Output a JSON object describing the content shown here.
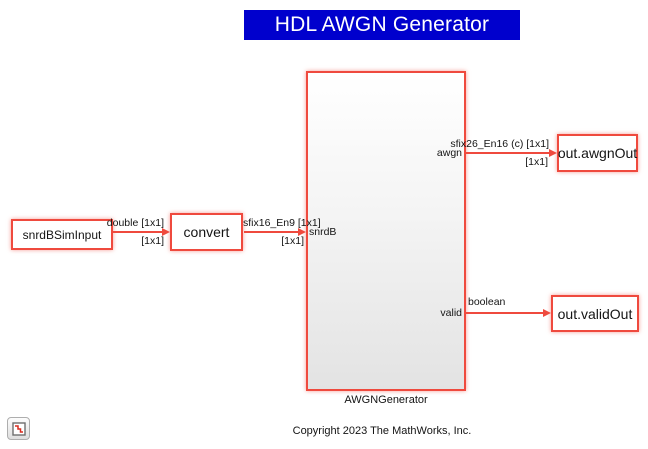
{
  "title": {
    "text": "HDL AWGN Generator"
  },
  "colors": {
    "title_bg": "#0000CD",
    "title_fg": "#FFFFFF",
    "highlight_red": "#EF4A3E",
    "block_fill": "#FFFFFF",
    "subsystem_fill_bottom": "#E3E3E3",
    "text": "#141414"
  },
  "blocks": {
    "snrdb_sim_input": {
      "label": "snrdBSimInput"
    },
    "convert": {
      "label": "convert"
    },
    "awgn_generator": {
      "caption": "AWGNGenerator",
      "ports": {
        "in_snrdb": "snrdB",
        "out_awgn": "awgn",
        "out_valid": "valid"
      }
    },
    "out_awgn": {
      "label": "out.awgnOut"
    },
    "out_valid": {
      "label": "out.validOut"
    }
  },
  "signals": {
    "input_to_convert": {
      "type_label": "double [1x1]",
      "dim_label": "[1x1]"
    },
    "convert_to_awgn": {
      "type_label": "sfix16_En9 [1x1]",
      "dim_label": "[1x1]"
    },
    "awgn_to_out": {
      "type_label": "sfix26_En16 (c) [1x1]",
      "dim_label": "[1x1]"
    },
    "valid_to_out": {
      "type_label": "boolean"
    }
  },
  "footer": {
    "copyright": "Copyright 2023 The MathWorks, Inc."
  },
  "badge": {
    "icon": "step-waveform-icon"
  }
}
